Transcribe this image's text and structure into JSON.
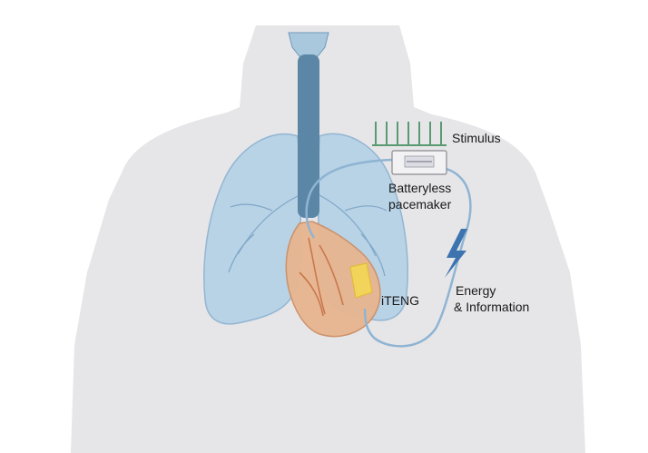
{
  "labels": {
    "stimulus": "Stimulus",
    "pacemaker_line1": "Batteryless",
    "pacemaker_line2": "pacemaker",
    "iteng": "iTENG",
    "energy_line1": "Energy",
    "energy_line2": "& Information"
  },
  "colors": {
    "body": "#e6e6e8",
    "lung": "#b8d2e6",
    "airway": "#5b86a6",
    "heart": "#e8b58f",
    "wire": "#8fb4d3",
    "stimulus": "#5a9a72",
    "iteng_patch": "#f2d45a",
    "bolt": "#3d74b0"
  },
  "icons": {
    "bolt": "lightning-bolt-icon"
  }
}
